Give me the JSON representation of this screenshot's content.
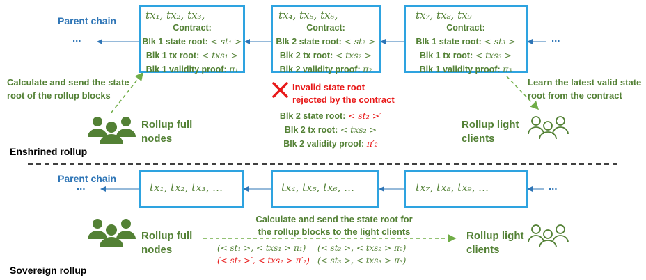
{
  "top": {
    "parent_chain": "Parent chain",
    "ellipsis_left": "...",
    "ellipsis_right": "...",
    "section_label": "Enshrined rollup",
    "blocks": [
      {
        "txs": "tx₁, tx₂, tx₃,",
        "contract": "Contract:",
        "state_label": "Blk 1 state root:",
        "state_val": "< st₁ >",
        "tx_label": "Blk 1 tx root:",
        "tx_val": "< txs₁ >",
        "proof_label": "Blk 1 validity proof:",
        "proof_val": "π₁"
      },
      {
        "txs": "tx₄, tx₅, tx₆,",
        "contract": "Contract:",
        "state_label": "Blk 2 state root:",
        "state_val": "< st₂ >",
        "tx_label": "Blk 2 tx root:",
        "tx_val": "< txs₂ >",
        "proof_label": "Blk 2 validity proof:",
        "proof_val": "π₂"
      },
      {
        "txs": "tx₇, tx₈, tx₉",
        "contract": "Contract:",
        "state_label": "Blk 1 state root:",
        "state_val": "< st₃ >",
        "tx_label": "Blk 1 tx root:",
        "tx_val": "< txs₃ >",
        "proof_label": "Blk 1 validity proof:",
        "proof_val": "π₃"
      }
    ],
    "calc_send": [
      "Calculate and send the state",
      "root of the rollup blocks"
    ],
    "learn_latest": [
      "Learn the latest valid state",
      "root from the contract"
    ],
    "invalid": [
      "Invalid state root",
      "rejected by the contract"
    ],
    "invalid_block": {
      "state_label": "Blk 2 state root:",
      "state_val": "< st₂ >′",
      "tx_label": "Blk 2 tx root:",
      "tx_val": "< txs₂ >",
      "proof_label": "Blk 2 validity proof:",
      "proof_val": "π′₂"
    },
    "full_nodes": [
      "Rollup full",
      "nodes"
    ],
    "light_clients": [
      "Rollup light",
      "clients"
    ]
  },
  "bottom": {
    "parent_chain": "Parent chain",
    "ellipsis_left": "...",
    "ellipsis_right": "...",
    "section_label": "Sovereign rollup",
    "blocks": [
      {
        "txs": "tx₁, tx₂, tx₃, …"
      },
      {
        "txs": "tx₄, tx₅, tx₆, …"
      },
      {
        "txs": "tx₇, tx₈, tx₉, …"
      }
    ],
    "calc_send": [
      "Calculate and send the state root for",
      "the rollup blocks to the light clients"
    ],
    "tuple_1": "(< st₁ >, < txs₁ > π₁)",
    "tuple_2": "(< st₂ >, < txs₂ > π₂)",
    "tuple_3_bad": "(< st₂ >′, < txs₂ > π′₂)",
    "tuple_4": "(< st₃ >, < txs₃ > π₃)",
    "full_nodes": [
      "Rollup full",
      "nodes"
    ],
    "light_clients": [
      "Rollup light",
      "clients"
    ]
  },
  "colors": {
    "blue": "#2E75B6",
    "box_border": "#2EA3E0",
    "green": "#538135",
    "red": "#e81818"
  },
  "icons": [
    "people-filled-icon",
    "people-outline-icon",
    "red-cross-icon"
  ]
}
